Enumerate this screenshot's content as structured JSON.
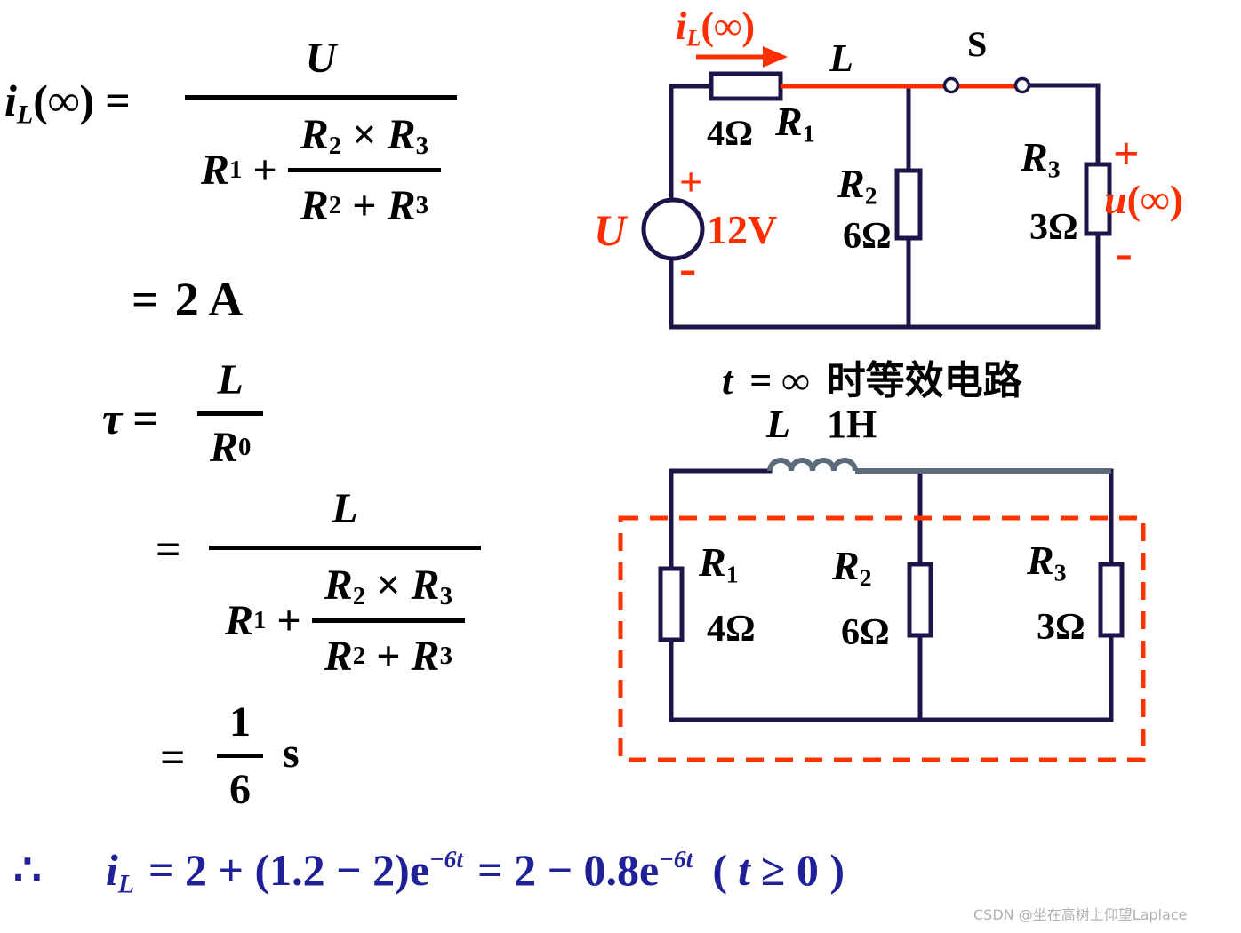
{
  "colors": {
    "formula_black": "#000000",
    "final_blue": "#202099",
    "accent_red": "#ff2d00",
    "wire_dark": "#1b154a",
    "coil_gray": "#5c6b7a",
    "dashed_box_red": "#ff3300",
    "watermark_gray": "#b0b0b0"
  },
  "sym": {
    "R": "R",
    "s0": "0",
    "s1": "1",
    "s2": "2",
    "s3": "3",
    "plus": "+",
    "times": "×",
    "eq": "="
  },
  "f1": {
    "i": "i",
    "sub": "L",
    "inf": "(∞)",
    "eq": "=",
    "num": "U"
  },
  "f2": {
    "eq": "=",
    "val": "2 A"
  },
  "f3": {
    "tau": "τ",
    "eq": "=",
    "num": "L"
  },
  "f4": {
    "eq": "=",
    "num": "L"
  },
  "f5": {
    "eq": "=",
    "num": "1",
    "den": "6",
    "unit": "s"
  },
  "f6": {
    "therefore": "∴",
    "i": "i",
    "sub": "L",
    "seg1": "= 2 + (1.2 − 2)e",
    "sup1": "−6t",
    "seg2": "= 2 − 0.8e",
    "sup2": "−6t",
    "tail_open": "(",
    "tail_t": "t",
    "tail_rest": "≥ 0 )"
  },
  "top": {
    "iL_i": "i",
    "iL_sub": "L",
    "iL_inf": "(∞)",
    "L": "L",
    "S": "S",
    "R1_val": "4Ω",
    "R2_val": "6Ω",
    "R3_val": "3Ω",
    "U": "U",
    "U_val": "12V",
    "src_plus": "+",
    "src_minus": "-",
    "out_plus": "+",
    "out_minus": "-",
    "u": "u",
    "u_inf": "(∞)",
    "cap_t": "t",
    "cap_eq": "= ∞",
    "cap_cjk": "时等效电路"
  },
  "bottom": {
    "L": "L",
    "L_val": "1H",
    "R1_val": "4Ω",
    "R2_val": "6Ω",
    "R3_val": "3Ω"
  },
  "watermark": "CSDN @坐在高树上仰望Laplace"
}
